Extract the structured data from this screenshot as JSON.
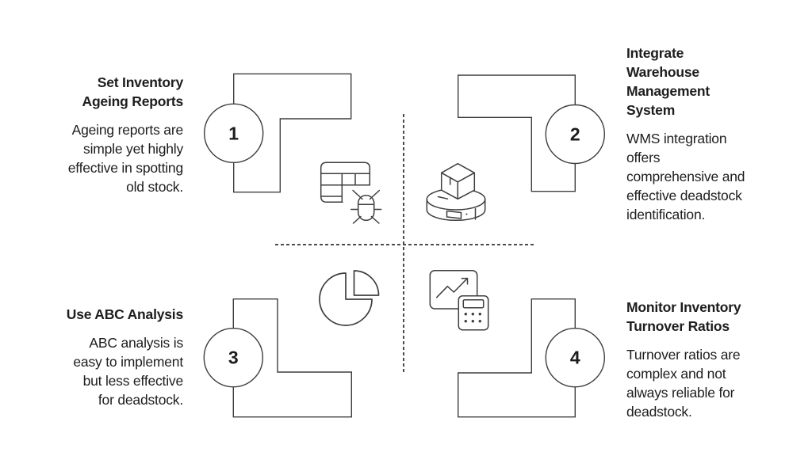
{
  "colors": {
    "background": "#ffffff",
    "line": "#3e3e3e",
    "text": "#1d1d1d",
    "divider_dash": "#4c4c4c"
  },
  "quadrants": [
    {
      "number": "1",
      "title": "Set Inventory\nAgeing Reports",
      "body": "Ageing reports are\nsimple yet highly\neffective in spotting\nold stock.",
      "icon": "table-bug-icon"
    },
    {
      "number": "2",
      "title": "Integrate\nWarehouse\nManagement\nSystem",
      "body": "WMS integration\noffers\ncomprehensive and\neffective deadstock\nidentification.",
      "icon": "box-on-platform-icon"
    },
    {
      "number": "3",
      "title": "Use ABC Analysis",
      "body": "ABC analysis is\neasy to implement\nbut less effective\nfor deadstock.",
      "icon": "pie-chart-icon"
    },
    {
      "number": "4",
      "title": "Monitor Inventory\nTurnover Ratios",
      "body": "Turnover ratios are\ncomplex and not\nalways reliable for\ndeadstock.",
      "icon": "trend-calculator-icon"
    }
  ]
}
